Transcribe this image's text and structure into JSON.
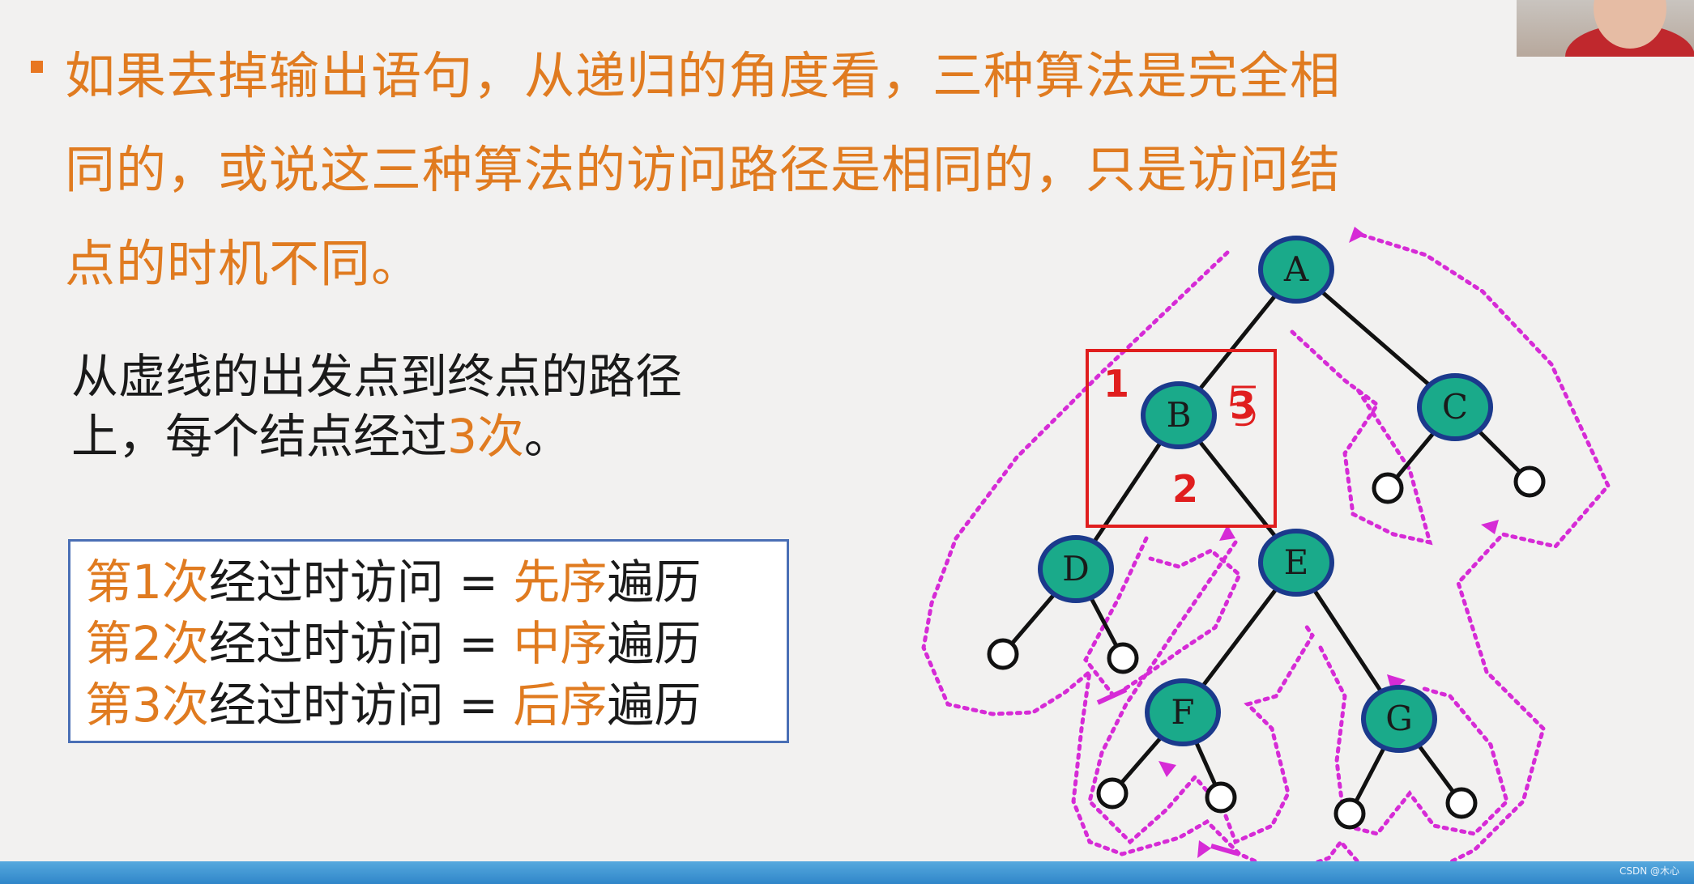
{
  "bullet": {
    "text": "如果去掉输出语句，从递归的角度看，三种算法是完全相同的，或说这三种算法的访问路径是相同的，只是访问结点的时机不同。"
  },
  "note": {
    "prefix": "从虚线的出发点到终点的路径上，每个结点经过",
    "count": "3次",
    "suffix": "。"
  },
  "definitions": [
    {
      "ordinal": "第1次",
      "middle": "经过时访问 = ",
      "order": "先序",
      "tail": "遍历"
    },
    {
      "ordinal": "第2次",
      "middle": "经过时访问 = ",
      "order": "中序",
      "tail": "遍历"
    },
    {
      "ordinal": "第3次",
      "middle": "经过时访问 = ",
      "order": "后序",
      "tail": "遍历"
    }
  ],
  "tree": {
    "nodes": [
      "A",
      "B",
      "C",
      "D",
      "E",
      "F",
      "G"
    ],
    "step_labels": [
      "1",
      "2",
      "3"
    ]
  },
  "watermark": "CSDN @木心",
  "colors": {
    "accent_orange": "#e07b20",
    "node_fill": "#1aaa8a",
    "node_stroke": "#1b3a8c",
    "path_magenta": "#d62bd6",
    "highlight_red": "#e01e1e",
    "box_border": "#4a6fb5"
  }
}
